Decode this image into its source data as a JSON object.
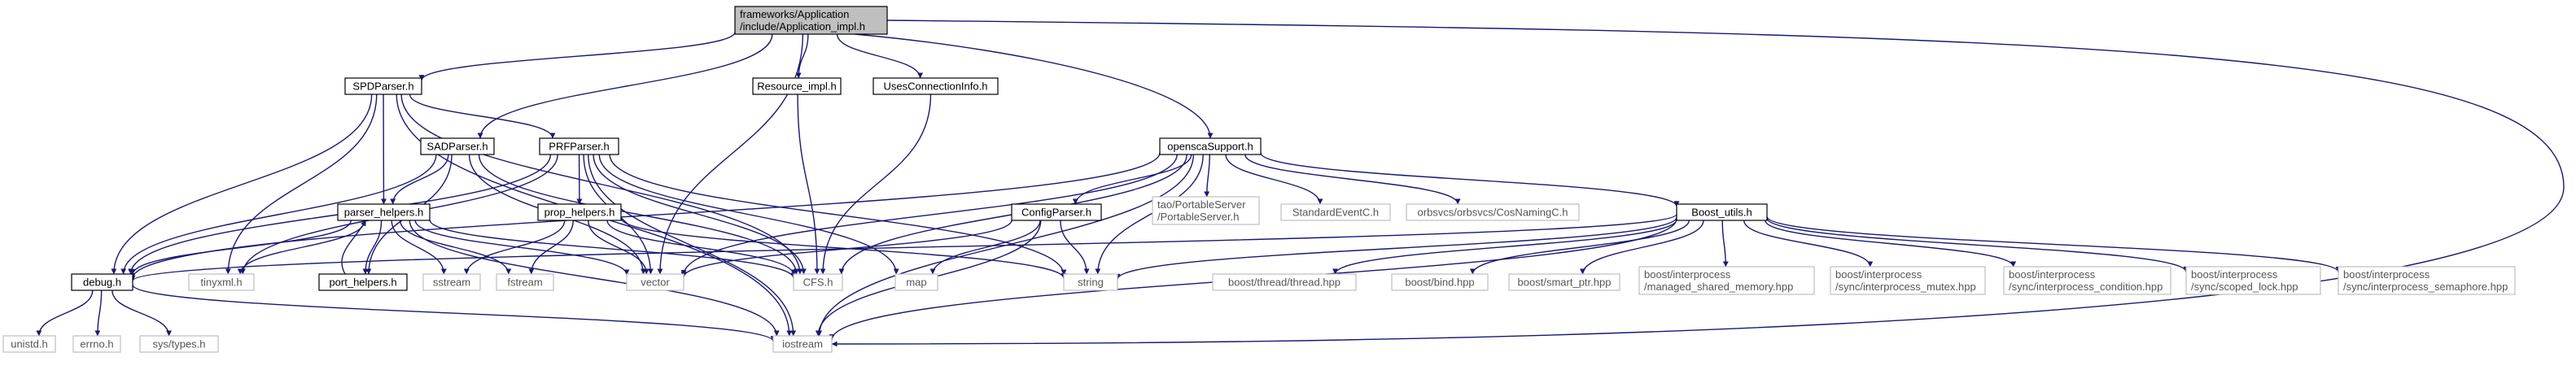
{
  "colors": {
    "edge": "#191970",
    "root_fill": "#bfbfbf",
    "root_stroke": "#000000",
    "documented_fill": "#ffffff",
    "documented_stroke": "#000000",
    "external_stroke": "#bfbfbf",
    "external_text": "#555555",
    "text": "#000000"
  },
  "nodes": [
    {
      "id": "application_impl",
      "lines": [
        "frameworks/Application",
        "/include/Application_impl.h"
      ],
      "kind": "root"
    },
    {
      "id": "spdparser",
      "lines": [
        "SPDParser.h"
      ],
      "kind": "documented"
    },
    {
      "id": "resource_impl",
      "lines": [
        "Resource_impl.h"
      ],
      "kind": "documented"
    },
    {
      "id": "usesconnectioninfo",
      "lines": [
        "UsesConnectionInfo.h"
      ],
      "kind": "documented"
    },
    {
      "id": "sadparser",
      "lines": [
        "SADParser.h"
      ],
      "kind": "documented"
    },
    {
      "id": "prfparser",
      "lines": [
        "PRFParser.h"
      ],
      "kind": "documented"
    },
    {
      "id": "openscasupport",
      "lines": [
        "openscaSupport.h"
      ],
      "kind": "documented"
    },
    {
      "id": "parser_helpers",
      "lines": [
        "parser_helpers.h"
      ],
      "kind": "documented"
    },
    {
      "id": "prop_helpers",
      "lines": [
        "prop_helpers.h"
      ],
      "kind": "documented"
    },
    {
      "id": "configparser",
      "lines": [
        "ConfigParser.h"
      ],
      "kind": "documented"
    },
    {
      "id": "portableserver",
      "lines": [
        "tao/PortableServer",
        "/PortableServer.h"
      ],
      "kind": "external"
    },
    {
      "id": "standardeventc",
      "lines": [
        "StandardEventC.h"
      ],
      "kind": "external"
    },
    {
      "id": "cosnamingc",
      "lines": [
        "orbsvcs/orbsvcs/CosNamingC.h"
      ],
      "kind": "external"
    },
    {
      "id": "boost_utils",
      "lines": [
        "Boost_utils.h"
      ],
      "kind": "documented"
    },
    {
      "id": "debug",
      "lines": [
        "debug.h"
      ],
      "kind": "documented"
    },
    {
      "id": "tinyxml",
      "lines": [
        "tinyxml.h"
      ],
      "kind": "external"
    },
    {
      "id": "port_helpers",
      "lines": [
        "port_helpers.h"
      ],
      "kind": "documented"
    },
    {
      "id": "sstream",
      "lines": [
        "sstream"
      ],
      "kind": "external"
    },
    {
      "id": "fstream",
      "lines": [
        "fstream"
      ],
      "kind": "external"
    },
    {
      "id": "vector",
      "lines": [
        "vector"
      ],
      "kind": "external"
    },
    {
      "id": "cfs",
      "lines": [
        "CFS.h"
      ],
      "kind": "external"
    },
    {
      "id": "map",
      "lines": [
        "map"
      ],
      "kind": "external"
    },
    {
      "id": "string",
      "lines": [
        "string"
      ],
      "kind": "external"
    },
    {
      "id": "thread",
      "lines": [
        "boost/thread/thread.hpp"
      ],
      "kind": "external"
    },
    {
      "id": "bind",
      "lines": [
        "boost/bind.hpp"
      ],
      "kind": "external"
    },
    {
      "id": "smart_ptr",
      "lines": [
        "boost/smart_ptr.hpp"
      ],
      "kind": "external"
    },
    {
      "id": "managed_shared_memory",
      "lines": [
        "boost/interprocess",
        "/managed_shared_memory.hpp"
      ],
      "kind": "external"
    },
    {
      "id": "interprocess_mutex",
      "lines": [
        "boost/interprocess",
        "/sync/interprocess_mutex.hpp"
      ],
      "kind": "external"
    },
    {
      "id": "interprocess_condition",
      "lines": [
        "boost/interprocess",
        "/sync/interprocess_condition.hpp"
      ],
      "kind": "external"
    },
    {
      "id": "scoped_lock",
      "lines": [
        "boost/interprocess",
        "/sync/scoped_lock.hpp"
      ],
      "kind": "external"
    },
    {
      "id": "interprocess_semaphore",
      "lines": [
        "boost/interprocess",
        "/sync/interprocess_semaphore.hpp"
      ],
      "kind": "external"
    },
    {
      "id": "unistd",
      "lines": [
        "unistd.h"
      ],
      "kind": "external"
    },
    {
      "id": "errno",
      "lines": [
        "errno.h"
      ],
      "kind": "external"
    },
    {
      "id": "sys_types",
      "lines": [
        "sys/types.h"
      ],
      "kind": "external"
    },
    {
      "id": "iostream",
      "lines": [
        "iostream"
      ],
      "kind": "external"
    }
  ],
  "edges": [
    [
      "application_impl",
      "spdparser"
    ],
    [
      "application_impl",
      "resource_impl"
    ],
    [
      "application_impl",
      "usesconnectioninfo"
    ],
    [
      "application_impl",
      "sadparser"
    ],
    [
      "application_impl",
      "openscasupport"
    ],
    [
      "application_impl",
      "vector"
    ],
    [
      "application_impl",
      "iostream"
    ],
    [
      "spdparser",
      "debug"
    ],
    [
      "spdparser",
      "tinyxml"
    ],
    [
      "spdparser",
      "parser_helpers"
    ],
    [
      "spdparser",
      "prfparser"
    ],
    [
      "spdparser",
      "cfs"
    ],
    [
      "spdparser",
      "iostream"
    ],
    [
      "resource_impl",
      "cfs"
    ],
    [
      "usesconnectioninfo",
      "cfs"
    ],
    [
      "sadparser",
      "debug"
    ],
    [
      "sadparser",
      "parser_helpers"
    ],
    [
      "sadparser",
      "port_helpers"
    ],
    [
      "sadparser",
      "vector"
    ],
    [
      "sadparser",
      "cfs"
    ],
    [
      "prfparser",
      "debug"
    ],
    [
      "prfparser",
      "tinyxml"
    ],
    [
      "prfparser",
      "prop_helpers"
    ],
    [
      "prfparser",
      "vector"
    ],
    [
      "prfparser",
      "cfs"
    ],
    [
      "prfparser",
      "map"
    ],
    [
      "prfparser",
      "string"
    ],
    [
      "prfparser",
      "iostream"
    ],
    [
      "openscasupport",
      "debug"
    ],
    [
      "openscasupport",
      "configparser"
    ],
    [
      "openscasupport",
      "portableserver"
    ],
    [
      "openscasupport",
      "standardeventc"
    ],
    [
      "openscasupport",
      "cosnamingc"
    ],
    [
      "openscasupport",
      "boost_utils"
    ],
    [
      "openscasupport",
      "vector"
    ],
    [
      "openscasupport",
      "cfs"
    ],
    [
      "openscasupport",
      "string"
    ],
    [
      "openscasupport",
      "iostream"
    ],
    [
      "parser_helpers",
      "debug"
    ],
    [
      "parser_helpers",
      "tinyxml"
    ],
    [
      "parser_helpers",
      "port_helpers"
    ],
    [
      "parser_helpers",
      "sstream"
    ],
    [
      "parser_helpers",
      "fstream"
    ],
    [
      "parser_helpers",
      "vector"
    ],
    [
      "parser_helpers",
      "cfs"
    ],
    [
      "parser_helpers",
      "iostream"
    ],
    [
      "port_helpers",
      "parser_helpers"
    ],
    [
      "prop_helpers",
      "sstream"
    ],
    [
      "prop_helpers",
      "fstream"
    ],
    [
      "prop_helpers",
      "vector"
    ],
    [
      "prop_helpers",
      "cfs"
    ],
    [
      "prop_helpers",
      "string"
    ],
    [
      "configparser",
      "vector"
    ],
    [
      "configparser",
      "map"
    ],
    [
      "configparser",
      "string"
    ],
    [
      "configparser",
      "iostream"
    ],
    [
      "boost_utils",
      "debug"
    ],
    [
      "boost_utils",
      "string"
    ],
    [
      "boost_utils",
      "iostream"
    ],
    [
      "boost_utils",
      "thread"
    ],
    [
      "boost_utils",
      "bind"
    ],
    [
      "boost_utils",
      "smart_ptr"
    ],
    [
      "boost_utils",
      "managed_shared_memory"
    ],
    [
      "boost_utils",
      "interprocess_mutex"
    ],
    [
      "boost_utils",
      "interprocess_condition"
    ],
    [
      "boost_utils",
      "scoped_lock"
    ],
    [
      "boost_utils",
      "interprocess_semaphore"
    ],
    [
      "debug",
      "unistd"
    ],
    [
      "debug",
      "errno"
    ],
    [
      "debug",
      "sys_types"
    ],
    [
      "debug",
      "iostream"
    ]
  ]
}
